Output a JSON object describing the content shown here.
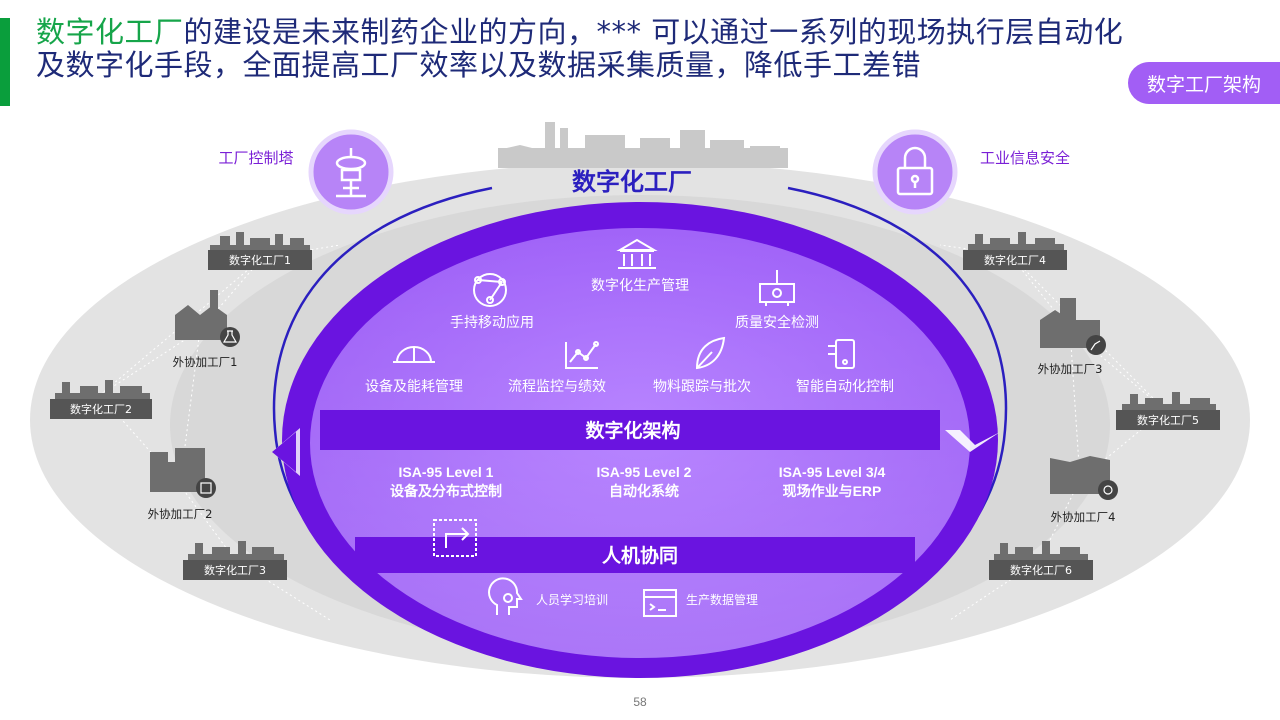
{
  "headline": {
    "highlight": "数字化工厂",
    "rest": "的建设是未来制药企业的方向，*** 可以通过一系列的现场执行层自动化及数字化手段，全面提高工厂效率以及数据采集质量，降低手工差错"
  },
  "tag_button": "数字工厂架构",
  "center_title": "数字化工厂",
  "left_title": "工厂控制塔",
  "right_title": "工业信息安全",
  "features": {
    "production_mgmt": "数字化生产管理",
    "mobile": "手持移动应用",
    "quality": "质量安全检测",
    "equipment": "设备及能耗管理",
    "process": "流程监控与绩效",
    "material": "物料跟踪与批次",
    "automation": "智能自动化控制"
  },
  "band_arch": "数字化架构",
  "levels": [
    {
      "title": "ISA-95 Level 1",
      "desc": "设备及分布式控制"
    },
    {
      "title": "ISA-95 Level 2",
      "desc": "自动化系统"
    },
    {
      "title": "ISA-95 Level 3/4",
      "desc": "现场作业与ERP"
    }
  ],
  "band_collab": "人机协同",
  "bottom_items": {
    "training": "人员学习培训",
    "data_mgmt": "生产数据管理"
  },
  "left_factories": {
    "f1": "数字化工厂1",
    "o1": "外协加工厂1",
    "f2": "数字化工厂2",
    "o2": "外协加工厂2",
    "f3": "数字化工厂3"
  },
  "right_factories": {
    "f4": "数字化工厂4",
    "o3": "外协加工厂3",
    "f5": "数字化工厂5",
    "o4": "外协加工厂4",
    "f6": "数字化工厂6"
  },
  "page_number": "58",
  "colors": {
    "accent_purple": "#7a1fd6",
    "light_purple": "#a25ef5",
    "deep_purple": "#6a14e0",
    "green": "#16a54a",
    "navy": "#1e2a78"
  }
}
